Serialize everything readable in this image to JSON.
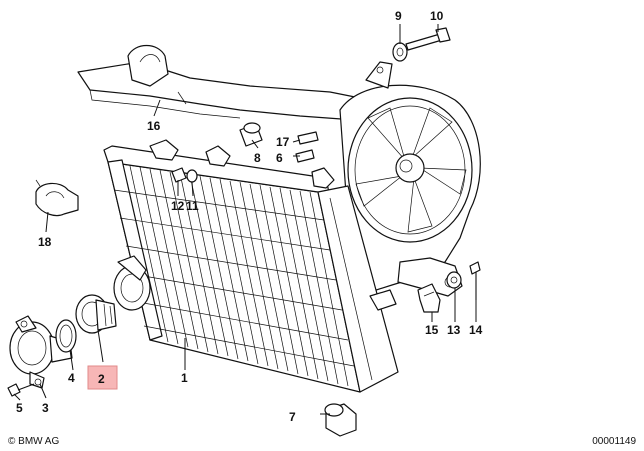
{
  "callouts": {
    "c1": "1",
    "c2": "2",
    "c3": "3",
    "c4": "4",
    "c5": "5",
    "c6": "6",
    "c7": "7",
    "c8": "8",
    "c9": "9",
    "c10": "10",
    "c11": "11",
    "c12": "12",
    "c13": "13",
    "c14": "14",
    "c15": "15",
    "c16": "16",
    "c17": "17",
    "c18": "18"
  },
  "highlighted_callout": "2",
  "highlight_color": "#f7b6b6",
  "footer": {
    "copyright": "© BMW AG",
    "diagram_number": "00001149"
  }
}
